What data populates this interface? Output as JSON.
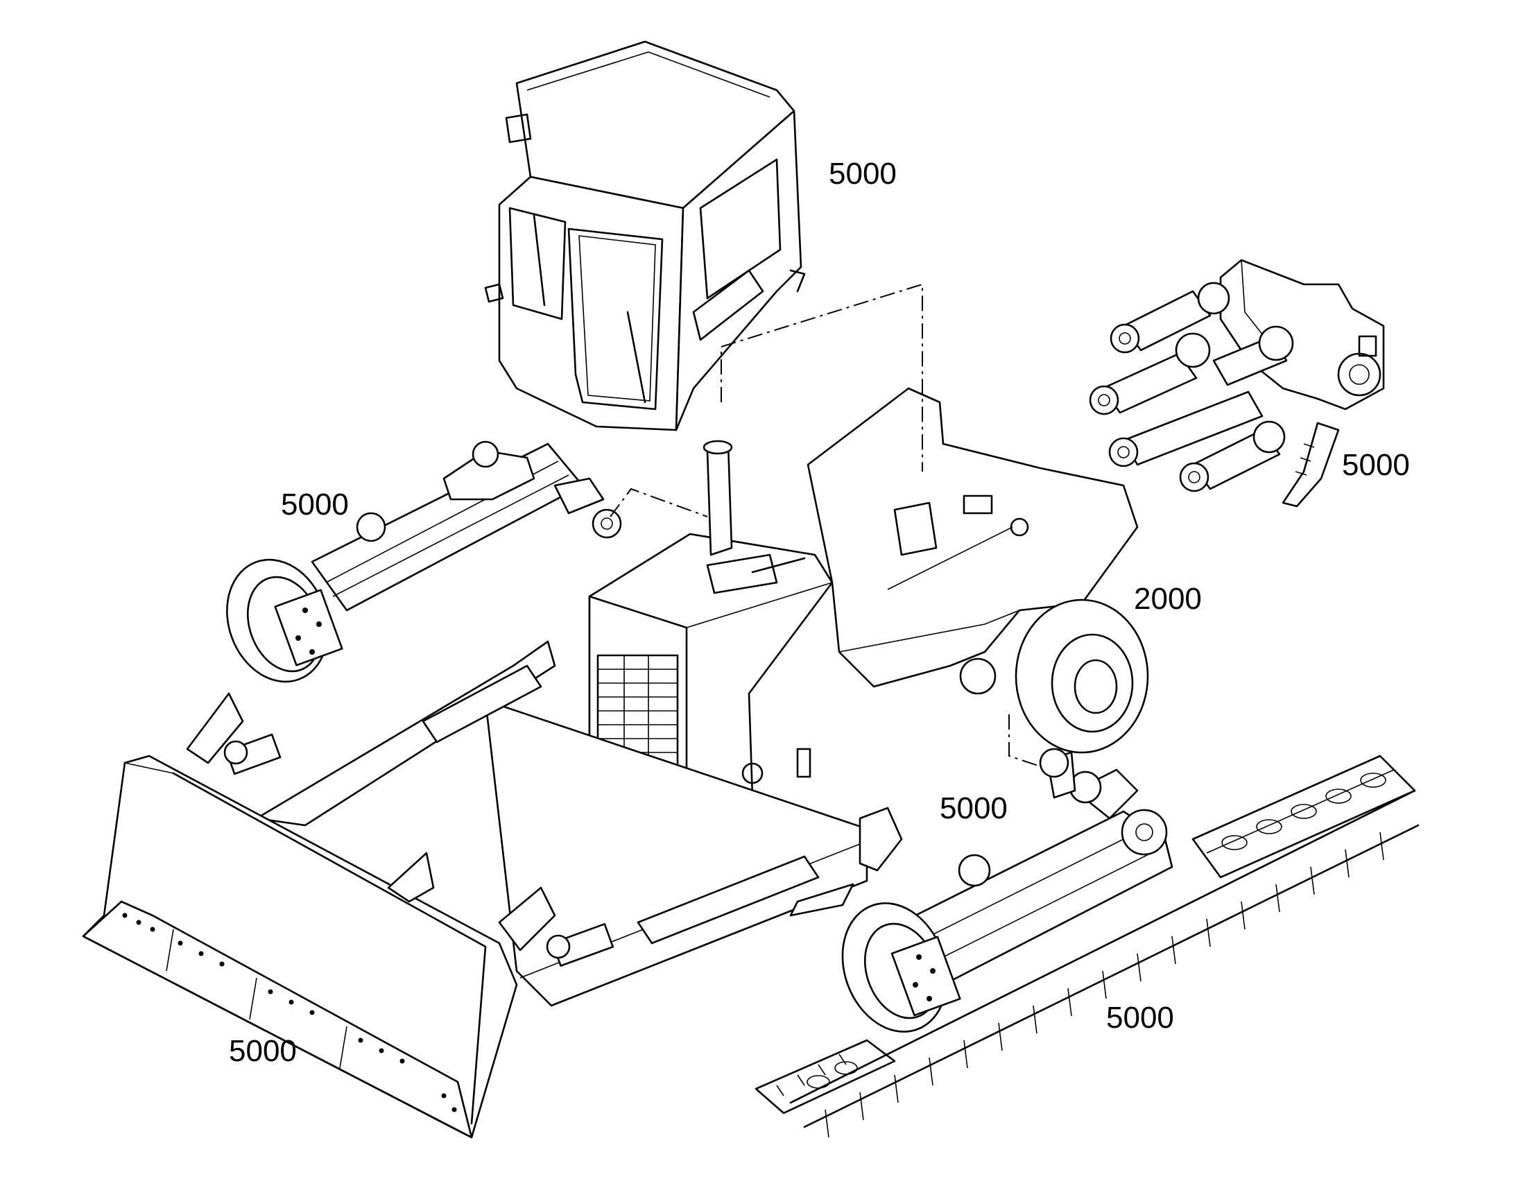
{
  "callouts": {
    "cab": "5000",
    "ripper": "5000",
    "left_track_frame": "5000",
    "mainframe": "2000",
    "right_track_frame": "5000",
    "blade": "5000",
    "track_chain": "5000"
  },
  "colors": {
    "line": "#000000",
    "background": "#ffffff"
  }
}
